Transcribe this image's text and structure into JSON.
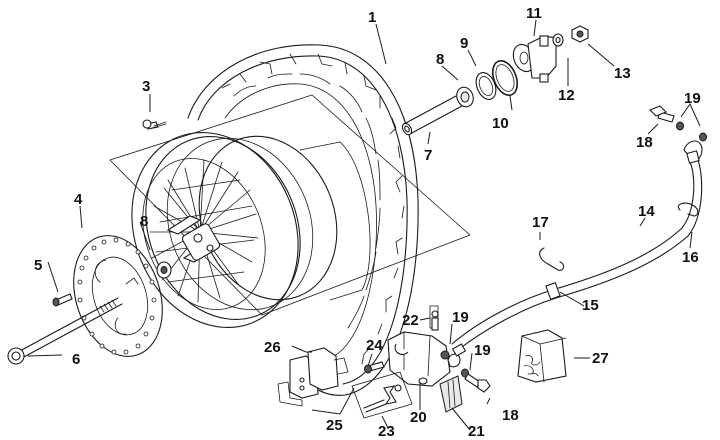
{
  "diagram": {
    "title": "Front wheel assembly — exploded parts view",
    "line_color": "#1a1a1a",
    "background": "#ffffff",
    "callouts": [
      {
        "id": "c1",
        "label": "1",
        "part": "tyre-wheel-assembly"
      },
      {
        "id": "c3",
        "label": "3",
        "part": "valve"
      },
      {
        "id": "c4",
        "label": "4",
        "part": "brake-disc"
      },
      {
        "id": "c5",
        "label": "5",
        "part": "disc-screw"
      },
      {
        "id": "c6",
        "label": "6",
        "part": "wheel-axle"
      },
      {
        "id": "c7",
        "label": "7",
        "part": "spacer-tube"
      },
      {
        "id": "c8a",
        "label": "8",
        "part": "bearing"
      },
      {
        "id": "c8b",
        "label": "8",
        "part": "bearing"
      },
      {
        "id": "c9",
        "label": "9",
        "part": "circlip"
      },
      {
        "id": "c10",
        "label": "10",
        "part": "oil-seal"
      },
      {
        "id": "c11",
        "label": "11",
        "part": "speedometer-drive"
      },
      {
        "id": "c12",
        "label": "12",
        "part": "washer"
      },
      {
        "id": "c13",
        "label": "13",
        "part": "nut"
      },
      {
        "id": "c14",
        "label": "14",
        "part": "brake-hose"
      },
      {
        "id": "c15",
        "label": "15",
        "part": "hose-grommet"
      },
      {
        "id": "c16",
        "label": "16",
        "part": "hose-clamp"
      },
      {
        "id": "c17",
        "label": "17",
        "part": "hose-clip"
      },
      {
        "id": "c18a",
        "label": "18",
        "part": "banjo-bolt"
      },
      {
        "id": "c18b",
        "label": "18",
        "part": "banjo-bolt"
      },
      {
        "id": "c19a",
        "label": "19",
        "part": "sealing-washer"
      },
      {
        "id": "c19b",
        "label": "19",
        "part": "sealing-washer"
      },
      {
        "id": "c19c",
        "label": "19",
        "part": "sealing-washer"
      },
      {
        "id": "c20",
        "label": "20",
        "part": "brake-caliper"
      },
      {
        "id": "c21",
        "label": "21",
        "part": "caliper-cover"
      },
      {
        "id": "c22",
        "label": "22",
        "part": "bleed-screw"
      },
      {
        "id": "c23",
        "label": "23",
        "part": "pad-pin-kit"
      },
      {
        "id": "c24",
        "label": "24",
        "part": "caliper-screw"
      },
      {
        "id": "c25",
        "label": "25",
        "part": "brake-pads"
      },
      {
        "id": "c26",
        "label": "26",
        "part": "pad-spring"
      },
      {
        "id": "c27",
        "label": "27",
        "part": "caliper-repair-kit"
      }
    ]
  }
}
